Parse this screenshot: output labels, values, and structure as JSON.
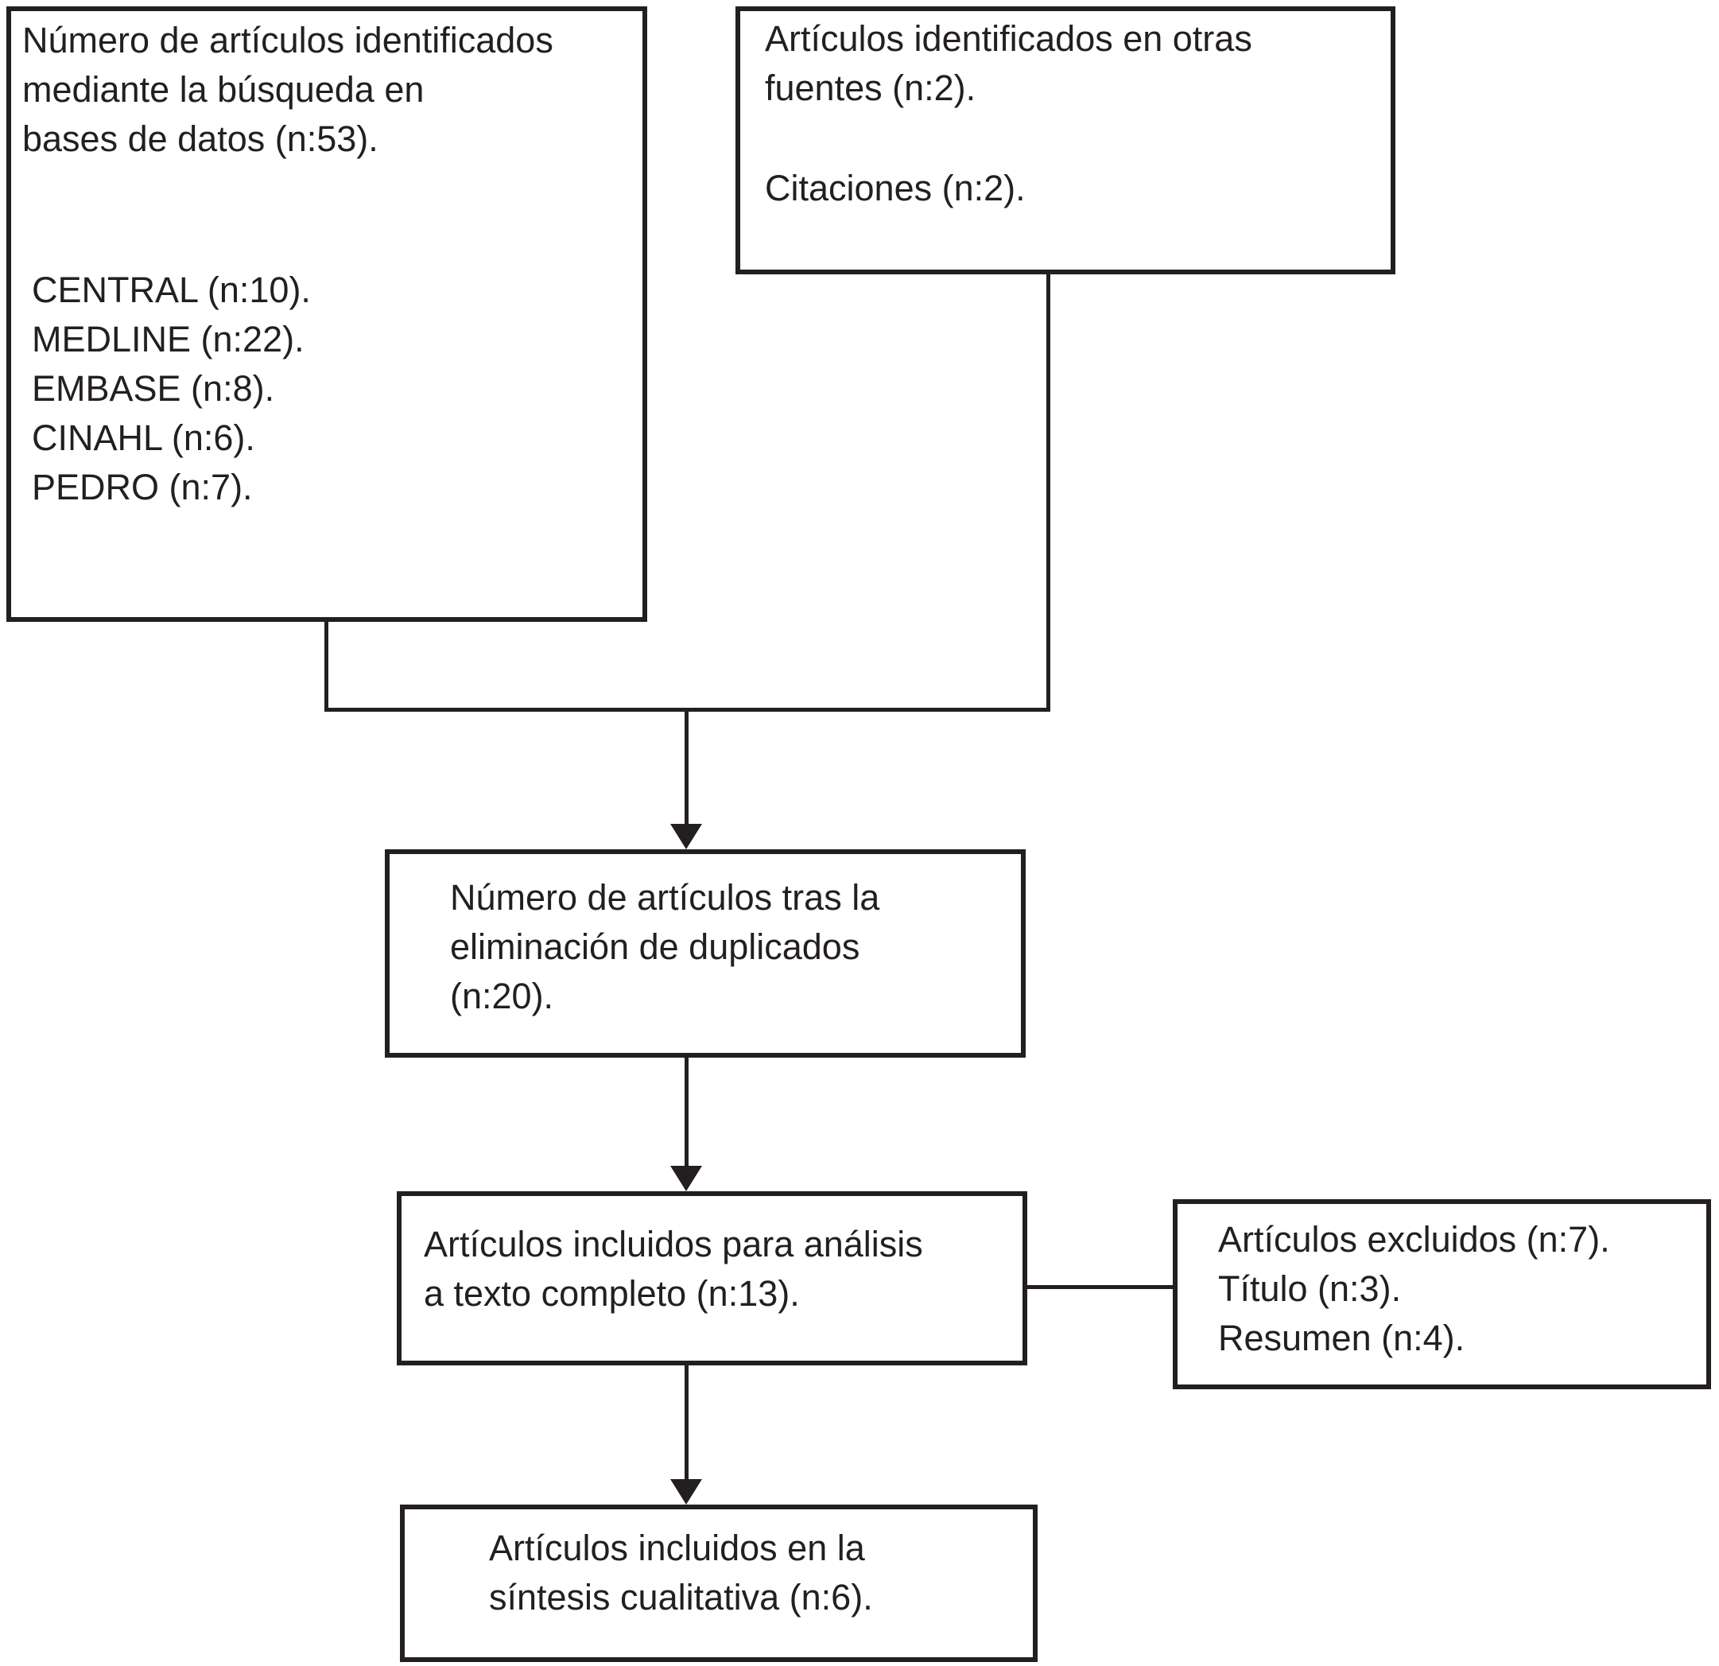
{
  "colors": {
    "ink": "#231f20",
    "background": "#ffffff"
  },
  "boxes": {
    "db_search": {
      "lines": [
        "Número de artículos identificados",
        "mediante la búsqueda en",
        "bases de datos (n:53)."
      ],
      "sources": [
        "CENTRAL (n:10).",
        "MEDLINE (n:22).",
        "EMBASE (n:8).",
        "CINAHL (n:6).",
        "PEDRO (n:7)."
      ]
    },
    "other_sources": {
      "lines": [
        "Artículos identificados en otras",
        "fuentes (n:2)."
      ],
      "citations": "Citaciones (n:2)."
    },
    "deduplicated": {
      "lines": [
        "Número de artículos tras la",
        "eliminación de duplicados",
        "(n:20)."
      ]
    },
    "full_text": {
      "lines": [
        "Artículos incluidos para análisis",
        "a texto completo (n:13)."
      ]
    },
    "excluded": {
      "lines": [
        "Artículos excluidos (n:7).",
        "Título (n:3).",
        "Resumen (n:4)."
      ]
    },
    "qualitative": {
      "lines": [
        "Artículos incluidos en la",
        "síntesis cualitativa (n:6)."
      ]
    }
  }
}
